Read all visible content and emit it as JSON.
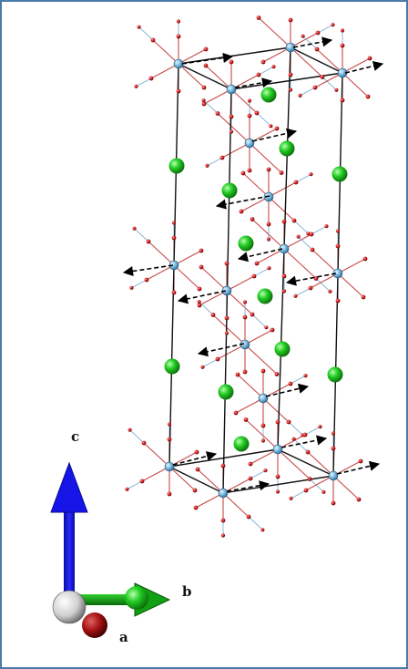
{
  "axes": {
    "c_label": "c",
    "b_label": "b",
    "a_label": "a"
  },
  "colors": {
    "frame": "#4a7aa8",
    "cell_edge": "#111111",
    "metal_atom": "#7ab8dc",
    "oxygen_atom": "#cc1a1a",
    "bond": "#c84848",
    "cation": "#22cc22",
    "c_axis": "#1010e0",
    "b_axis": "#12a012",
    "a_axis": "#a01010",
    "origin": "#dddddd"
  },
  "spin_arrows": {
    "style": "dashed",
    "color": "#000000"
  }
}
